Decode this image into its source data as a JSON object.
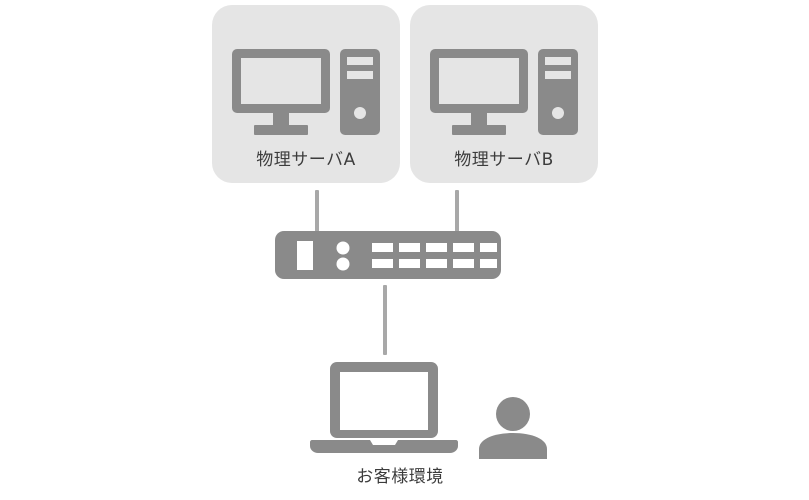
{
  "diagram": {
    "title": "",
    "colors": {
      "background": "#ffffff",
      "node_box_fill": "#e5e5e5",
      "icon_gray": "#8a8a8a",
      "link_gray": "#a8a8a8",
      "label_text": "#3c3c3c",
      "icon_inner_white": "#ffffff"
    },
    "nodes": [
      {
        "id": "server-a",
        "label": "物理サーバA",
        "icon": "desktop-pc-icon"
      },
      {
        "id": "server-b",
        "label": "物理サーバB",
        "icon": "desktop-pc-icon"
      },
      {
        "id": "network-switch",
        "label": "",
        "icon": "network-switch-icon",
        "port_columns": 5,
        "port_rows": 2,
        "indicator_lights": 2
      },
      {
        "id": "client",
        "label": "お客様環境",
        "icon": "laptop-icon",
        "secondary_icon": "person-icon"
      }
    ],
    "connections": [
      {
        "from": "server-a",
        "to": "network-switch"
      },
      {
        "from": "server-b",
        "to": "network-switch"
      },
      {
        "from": "network-switch",
        "to": "client"
      }
    ]
  }
}
